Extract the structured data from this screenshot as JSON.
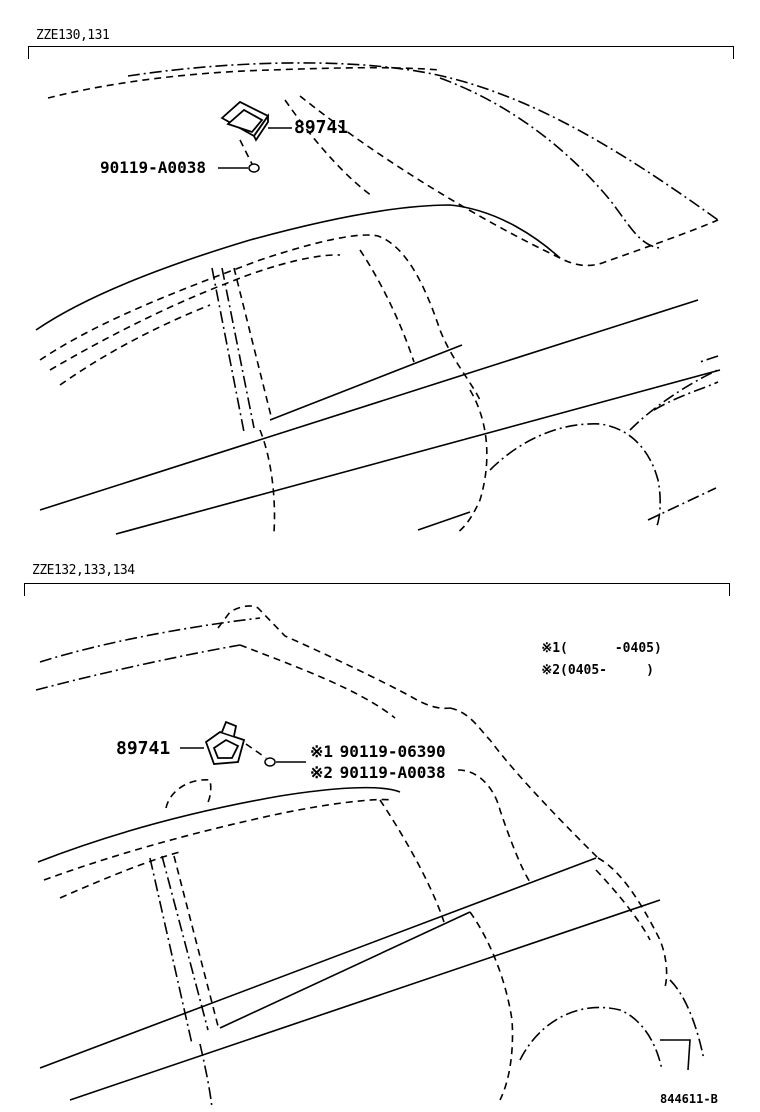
{
  "sections": [
    {
      "model_code": "ZZE130,131",
      "labels": {
        "module": "89741",
        "bolt": "90119-A0038"
      }
    },
    {
      "model_code": "ZZE132,133,134",
      "labels": {
        "module": "89741",
        "bolt1_mark": "※1",
        "bolt1": "90119-06390",
        "bolt2_mark": "※2",
        "bolt2": "90119-A0038"
      },
      "notes": [
        {
          "mark": "※1",
          "range": "(      -0405)"
        },
        {
          "mark": "※2",
          "range": "(0405-     )"
        }
      ]
    }
  ],
  "figure_number": "844611-B"
}
